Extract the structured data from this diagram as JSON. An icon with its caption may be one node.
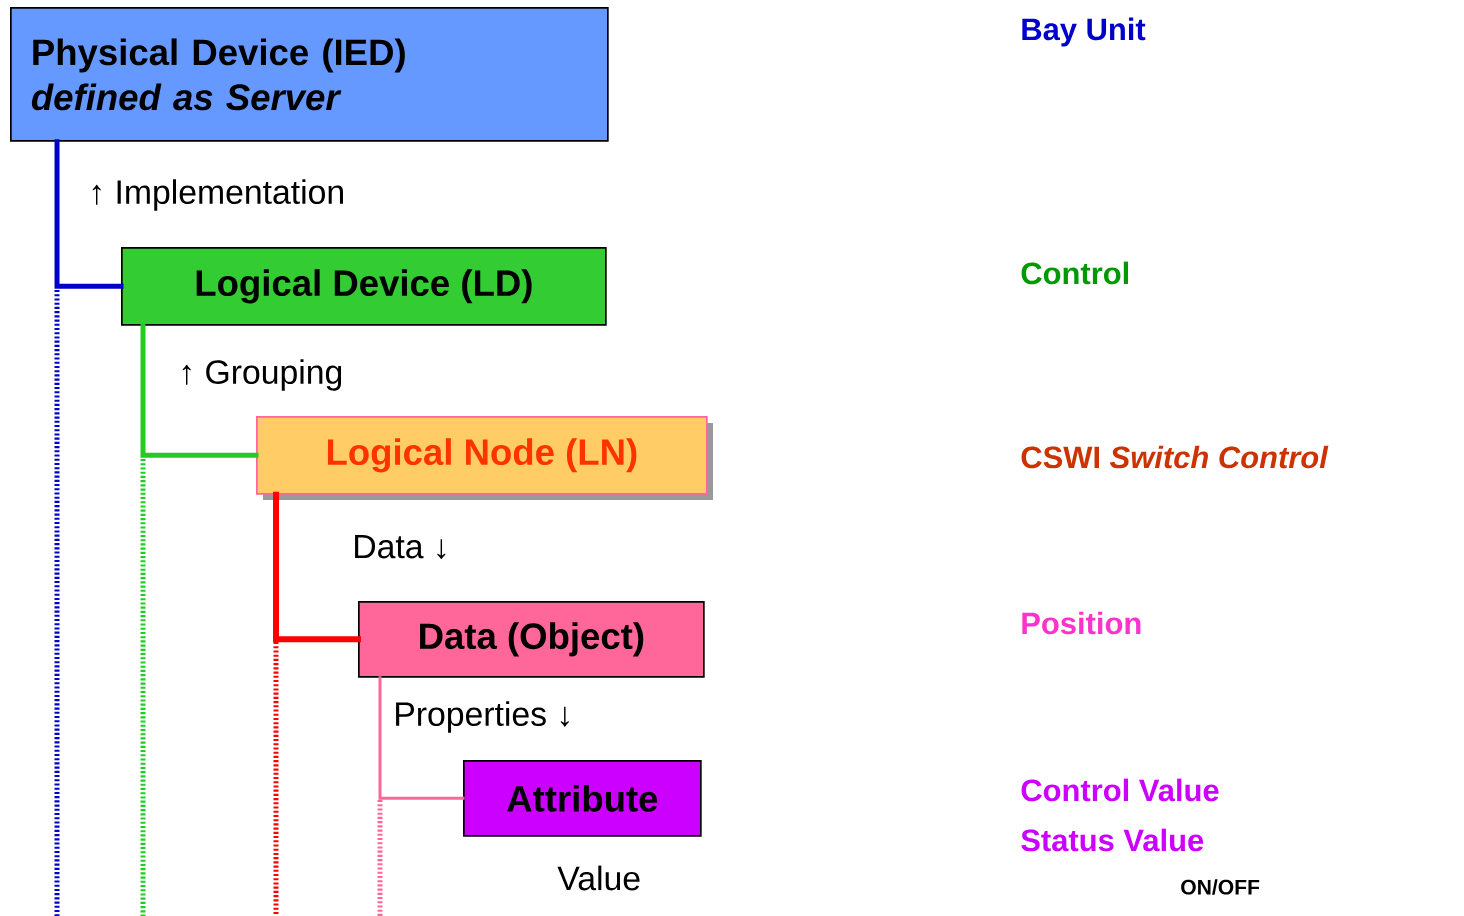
{
  "diagram": {
    "nodes": [
      {
        "text": [
          "Physical Device (IED)",
          "defined as Server"
        ]
      },
      {
        "text": [
          "Logical Device (LD)"
        ]
      },
      {
        "text": [
          "Logical Node (LN)"
        ]
      },
      {
        "text": [
          "Data (Object)"
        ]
      },
      {
        "text": [
          "Attribute"
        ]
      }
    ],
    "edges": [
      {
        "from": 0,
        "to": 1,
        "arrow": "none",
        "color": "#0000cc"
      },
      {
        "from": 1,
        "to": 2,
        "arrow": "none",
        "color": "#22cc22"
      },
      {
        "from": 2,
        "to": 3,
        "arrow": "none",
        "color": "#ff0000"
      },
      {
        "from": 3,
        "to": 4,
        "arrow": "none",
        "color": "#ff6699"
      }
    ],
    "labels": [
      "↑ Implementation",
      "↑ Grouping",
      "Data ↓",
      "Properties ↓",
      "Value",
      "Bay Unit",
      "Control",
      "CSWI *Switch Control*",
      "Position",
      "Control Value",
      "Status Value",
      "ON/OFF"
    ]
  }
}
